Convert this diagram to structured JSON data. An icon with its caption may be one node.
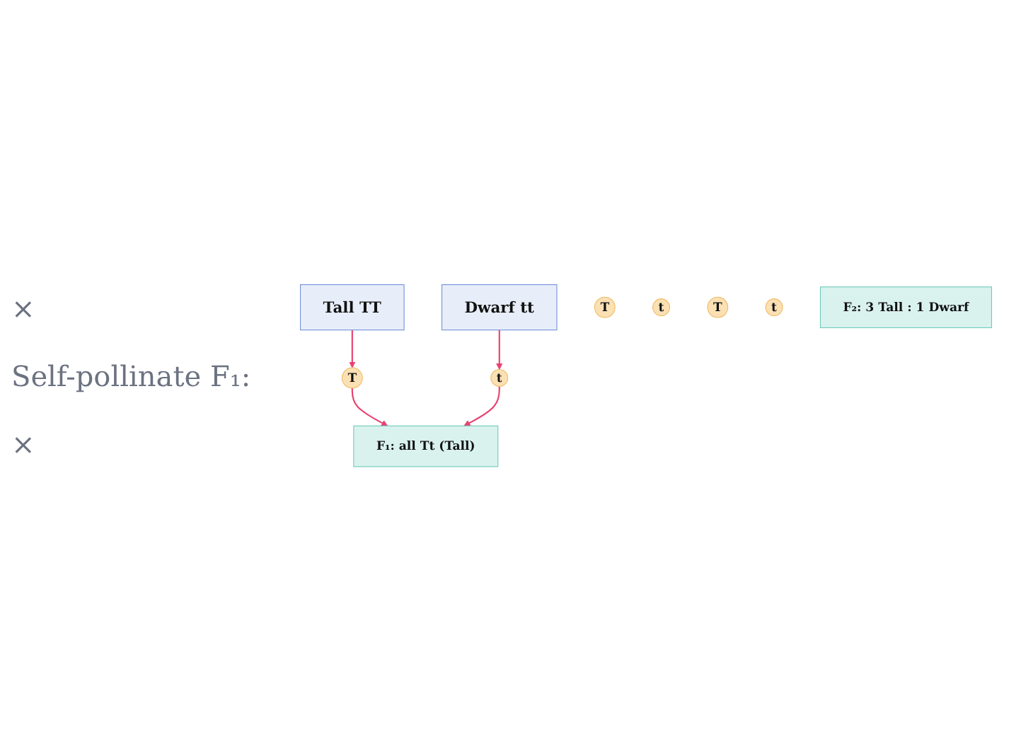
{
  "diagram": {
    "nodes": [
      {
        "text": [
          "Tall TT"
        ]
      },
      {
        "text": [
          "Dwarf tt"
        ]
      },
      {
        "text": [
          "T"
        ]
      },
      {
        "text": [
          "t"
        ]
      },
      {
        "text": [
          "F₁: all Tt (Tall)"
        ]
      },
      {
        "text": [
          "T"
        ]
      },
      {
        "text": [
          "t"
        ]
      },
      {
        "text": [
          "T"
        ]
      },
      {
        "text": [
          "t"
        ]
      },
      {
        "text": [
          "F₂: 3 Tall : 1 Dwarf"
        ]
      }
    ],
    "edges": [
      {
        "from": 0,
        "to": 2,
        "arrow": "to"
      },
      {
        "from": 1,
        "to": 3,
        "arrow": "to"
      },
      {
        "from": 2,
        "to": 4,
        "arrow": "to"
      },
      {
        "from": 3,
        "to": 4,
        "arrow": "to"
      }
    ],
    "labels": [
      "×",
      "Self-pollinate F₁:",
      "×"
    ]
  }
}
